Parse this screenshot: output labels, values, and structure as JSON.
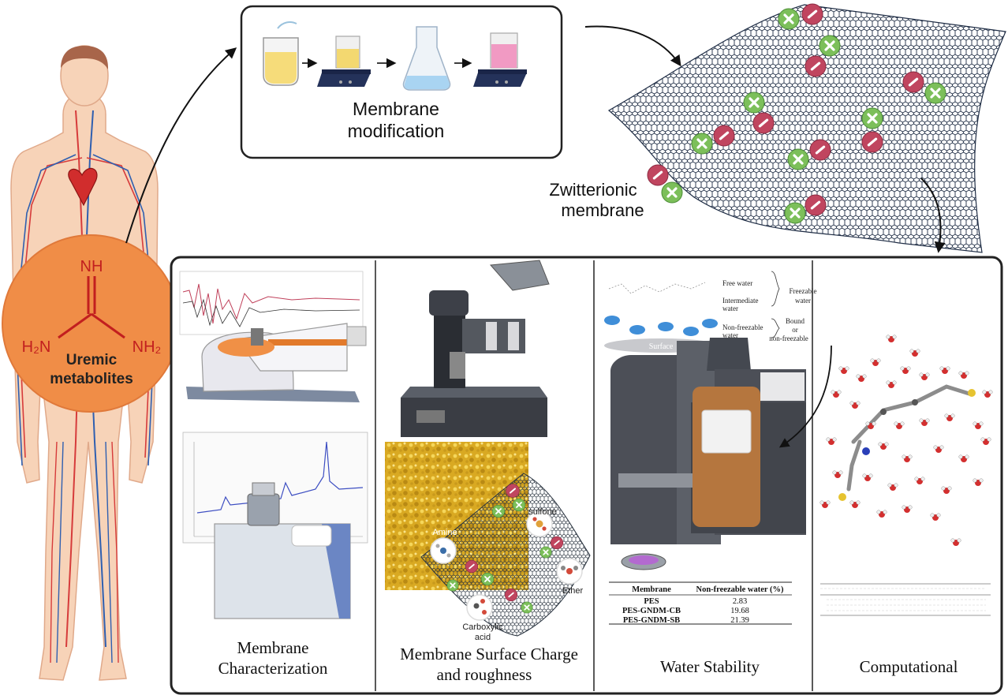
{
  "modification_box": {
    "label_line1": "Membrane",
    "label_line2": "modification"
  },
  "zwitterion": {
    "label_line1": "Zwitterionic",
    "label_line2": "membrane"
  },
  "body": {
    "molecule_top": "NH",
    "molecule_left": "H₂N",
    "molecule_right": "NH₂",
    "label_line1": "Uremic",
    "label_line2": "metabolites"
  },
  "panels": {
    "characterization": {
      "title_line1": "Membrane",
      "title_line2": "Characterization"
    },
    "surface": {
      "title_line1": "Membrane Surface Charge",
      "title_line2": "and roughness",
      "groups": {
        "sulfone": "sulfone",
        "amine": "Amine",
        "ether": "Ether",
        "carboxylic_line1": "Carboxylic",
        "carboxylic_line2": "acid"
      }
    },
    "water": {
      "title": "Water Stability",
      "states": {
        "free": "Free water",
        "intermediate_line1": "Intermediate",
        "intermediate_line2": "water",
        "nonfreezable_line1": "Non-freezable",
        "nonfreezable_line2": "water",
        "freezable_line1": "Freezable",
        "freezable_line2": "water",
        "bound_line1": "Bound",
        "bound_line2": "or",
        "bound_line3": "non-freezable",
        "surface": "Surface"
      },
      "table": {
        "headers": [
          "Membrane",
          "Non-freezable water (%)"
        ],
        "rows": [
          [
            "PES",
            "2.83"
          ],
          [
            "PES-GNDM-CB",
            "19.68"
          ],
          [
            "PES-GNDM-SB",
            "21.39"
          ]
        ]
      }
    },
    "computational": {
      "title": "Computational"
    }
  },
  "colors": {
    "orange": "#f08d47",
    "positive": "#7cbf5a",
    "negative": "#c0455f",
    "membrane": "#1f2d45",
    "frame": "#222222"
  }
}
